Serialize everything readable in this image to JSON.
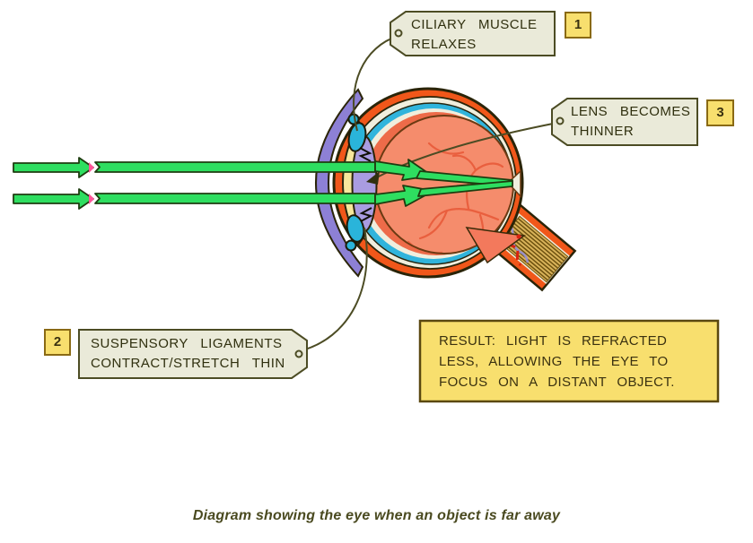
{
  "callouts": {
    "c1": {
      "number": "1",
      "lines": [
        "CILIARY MUSCLE",
        "RELAXES"
      ]
    },
    "c2": {
      "number": "2",
      "lines": [
        "SUSPENSORY LIGAMENTS",
        "CONTRACT/STRETCH THIN"
      ]
    },
    "c3": {
      "number": "3",
      "lines": [
        "LENS BECOMES",
        "THINNER"
      ]
    }
  },
  "result_box": {
    "lines": [
      "RESULT: LIGHT IS REFRACTED",
      "LESS, ALLOWING THE EYE TO",
      "FOCUS ON A DISTANT OBJECT."
    ]
  },
  "caption": "Diagram showing the eye when an object is far away",
  "colors": {
    "light_ray_green": "#2ede60",
    "sclera_orange": "#f1571a",
    "choroid_cyan": "#30b4dc",
    "vitreous_salmon": "#f58c6c",
    "inner_salmon": "#ed6b49",
    "cream": "#f0eedd",
    "cornea_purple": "#8d80d5",
    "lens_purple": "#a99ce1",
    "aqueous_yellow": "#f7e79c",
    "ciliary_cyan": "#2ab4da",
    "vessel_red": "#e85a3a",
    "nerve_brown": "#6e5210",
    "tag_beige": "#eaead9",
    "tag_border_olive": "#4c4c24",
    "box_yellow": "#f8df6e",
    "caption_olive": "#4a4a20"
  }
}
